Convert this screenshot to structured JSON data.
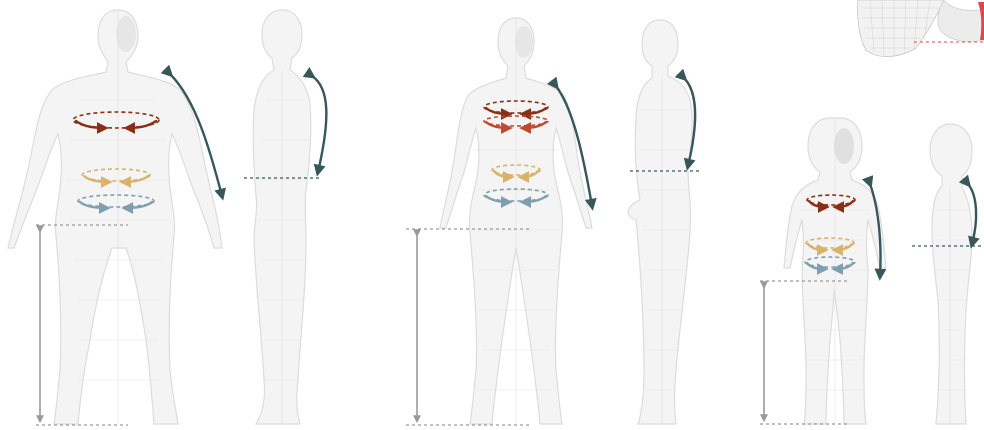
{
  "colors": {
    "background": "#ffffff",
    "chest": "#8a2e17",
    "chest_secondary": "#c2482f",
    "waist": "#d8b36a",
    "hip": "#7f9fb0",
    "sleeve": "#37575a",
    "inseam": "#9a9a9a",
    "corner_accent": "#e04848"
  },
  "figures": [
    {
      "id": "man-front",
      "view": "front",
      "group": "man"
    },
    {
      "id": "man-side",
      "view": "side",
      "group": "man"
    },
    {
      "id": "woman-front",
      "view": "front",
      "group": "woman"
    },
    {
      "id": "woman-side",
      "view": "side",
      "group": "woman"
    },
    {
      "id": "child-front",
      "view": "front",
      "group": "child"
    },
    {
      "id": "child-side",
      "view": "side",
      "group": "child"
    }
  ],
  "measurements": [
    "chest",
    "waist",
    "hip",
    "sleeve",
    "inseam"
  ],
  "icons": [
    "mesh-thumbnail-icon"
  ]
}
